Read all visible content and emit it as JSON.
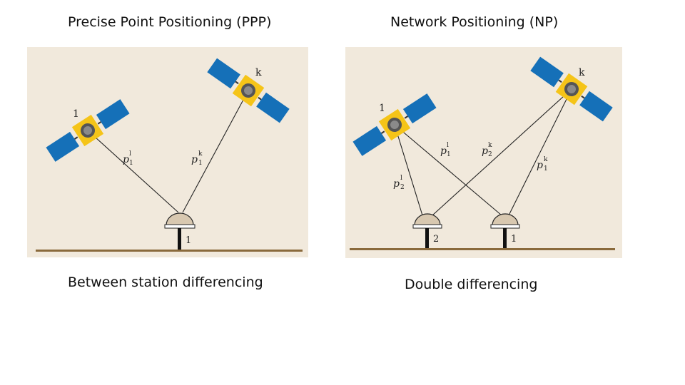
{
  "captions": {
    "top_left": "Precise Point Positioning (PPP)",
    "top_right": "Network Positioning (NP)",
    "bottom_left": "Between station differencing",
    "bottom_right": "Double differencing"
  },
  "left_diagram": {
    "satellite_1_label": "1",
    "satellite_k_label": "k",
    "receiver_label": "1",
    "range_1_base": "p",
    "range_1_sub": "1",
    "range_1_sup": "l",
    "range_k_base": "p",
    "range_k_sub": "1",
    "range_k_sup": "k"
  },
  "right_diagram": {
    "satellite_1_label": "1",
    "satellite_k_label": "k",
    "receiver_2_label": "2",
    "receiver_1_label": "1",
    "range_11_base": "p",
    "range_11_sub": "1",
    "range_11_sup": "l",
    "range_2k_base": "p",
    "range_2k_sub": "2",
    "range_2k_sup": "k",
    "range_1k_base": "p",
    "range_1k_sub": "1",
    "range_1k_sup": "k",
    "range_21_base": "p",
    "range_21_sub": "2",
    "range_21_sup": "l"
  },
  "colors": {
    "background": "#f1e9dc",
    "solar_panel": "#1570b8",
    "satellite_body": "#f5c418",
    "ground": "#8a6a3c",
    "receiver_dome": "#d8c8b0"
  }
}
